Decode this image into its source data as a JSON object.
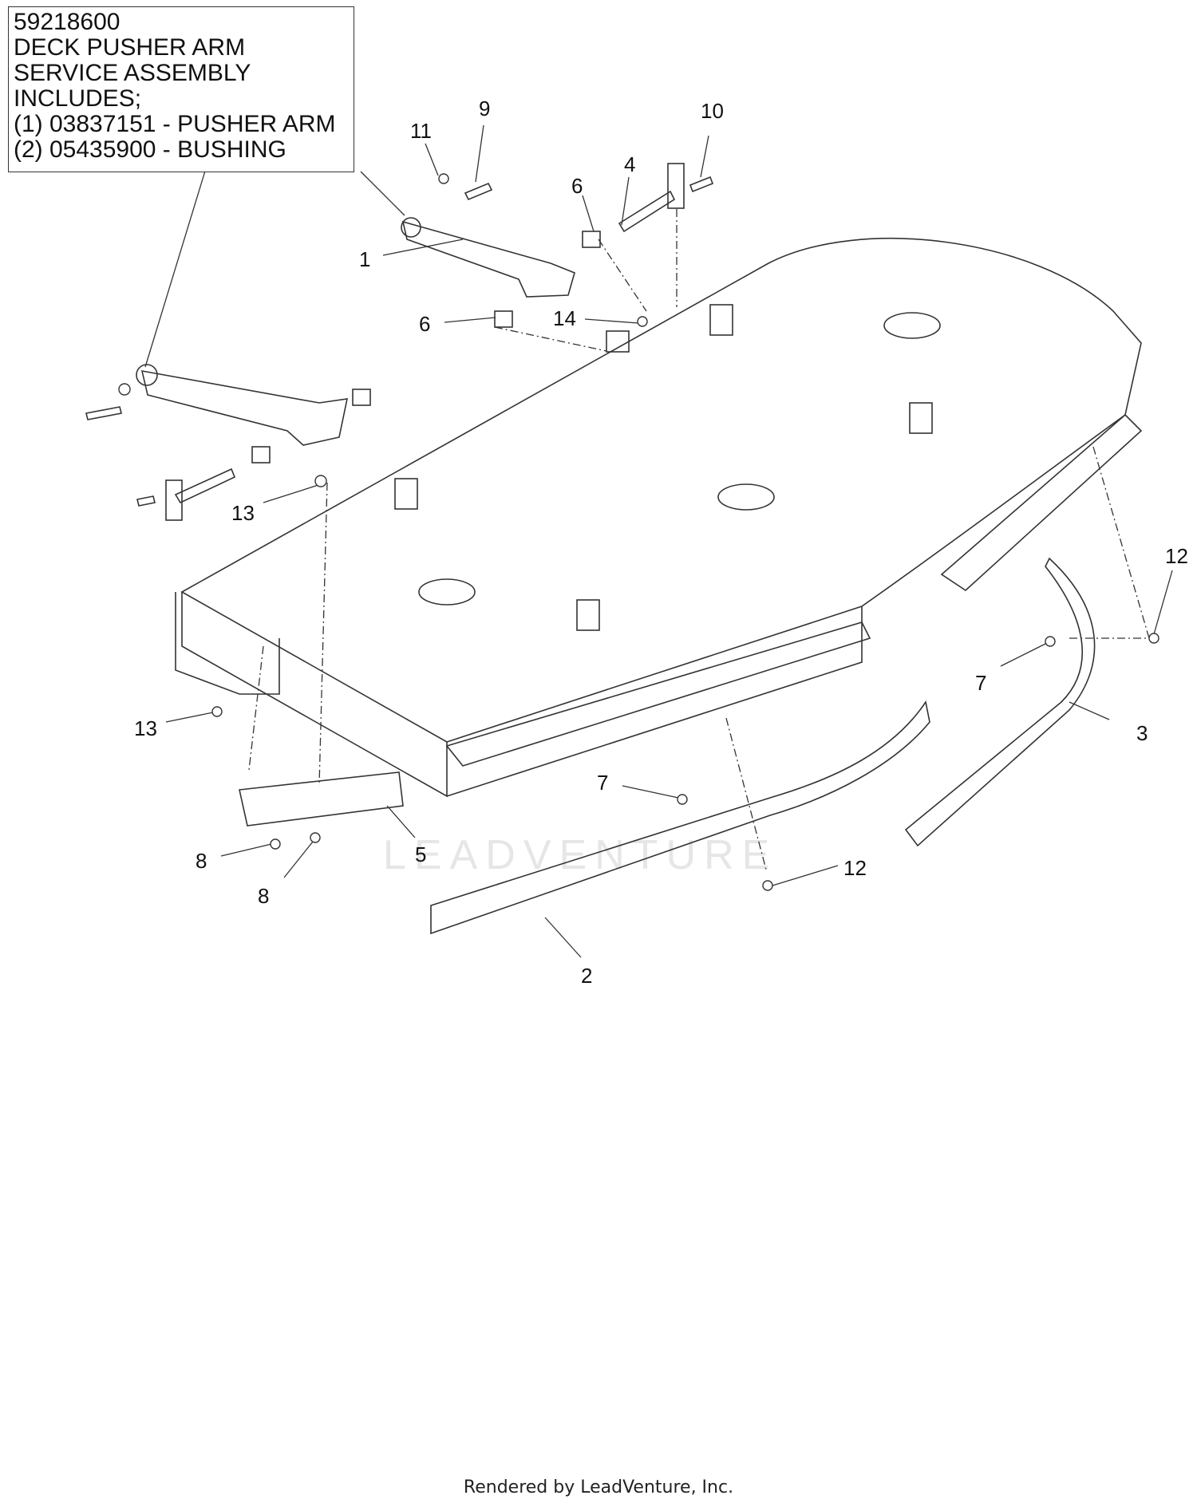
{
  "note": {
    "lines": [
      "59218600",
      "DECK PUSHER ARM",
      "SERVICE ASSEMBLY",
      "INCLUDES;",
      "(1) 03837151 - PUSHER ARM",
      "(2) 05435900 - BUSHING"
    ]
  },
  "watermark": "LEADVENTURE",
  "footer": "Rendered by LeadVenture, Inc.",
  "callouts": [
    {
      "label": "9"
    },
    {
      "label": "11"
    },
    {
      "label": "10"
    },
    {
      "label": "4"
    },
    {
      "label": "6"
    },
    {
      "label": "1"
    },
    {
      "label": "6"
    },
    {
      "label": "14"
    },
    {
      "label": "13"
    },
    {
      "label": "12"
    },
    {
      "label": "7"
    },
    {
      "label": "3"
    },
    {
      "label": "13"
    },
    {
      "label": "7"
    },
    {
      "label": "5"
    },
    {
      "label": "8"
    },
    {
      "label": "8"
    },
    {
      "label": "12"
    },
    {
      "label": "2"
    }
  ]
}
